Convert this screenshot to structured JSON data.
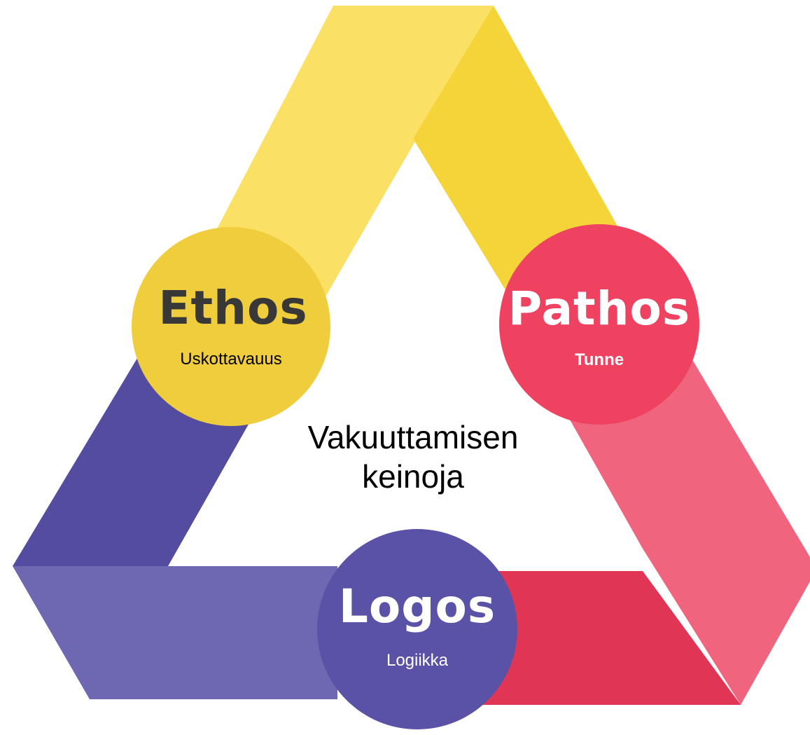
{
  "diagram": {
    "center_label": [
      "Vakuuttamisen",
      "keinoja"
    ],
    "nodes": {
      "ethos": {
        "title": "Ethos",
        "subtitle": "Uskottavauus",
        "color": "#f0cd3c"
      },
      "pathos": {
        "title": "Pathos",
        "subtitle": "Tunne",
        "color": "#ee4260"
      },
      "logos": {
        "title": "Logos",
        "subtitle": "Logiikka",
        "color": "#5a52a6"
      }
    },
    "colors": {
      "yellow_light": "#fbe066",
      "yellow_dark": "#f5d43a",
      "pink_light": "#f0647d",
      "red_dark": "#e13556",
      "indigo_dark": "#534ca0",
      "indigo_light": "#6e68b2"
    }
  }
}
